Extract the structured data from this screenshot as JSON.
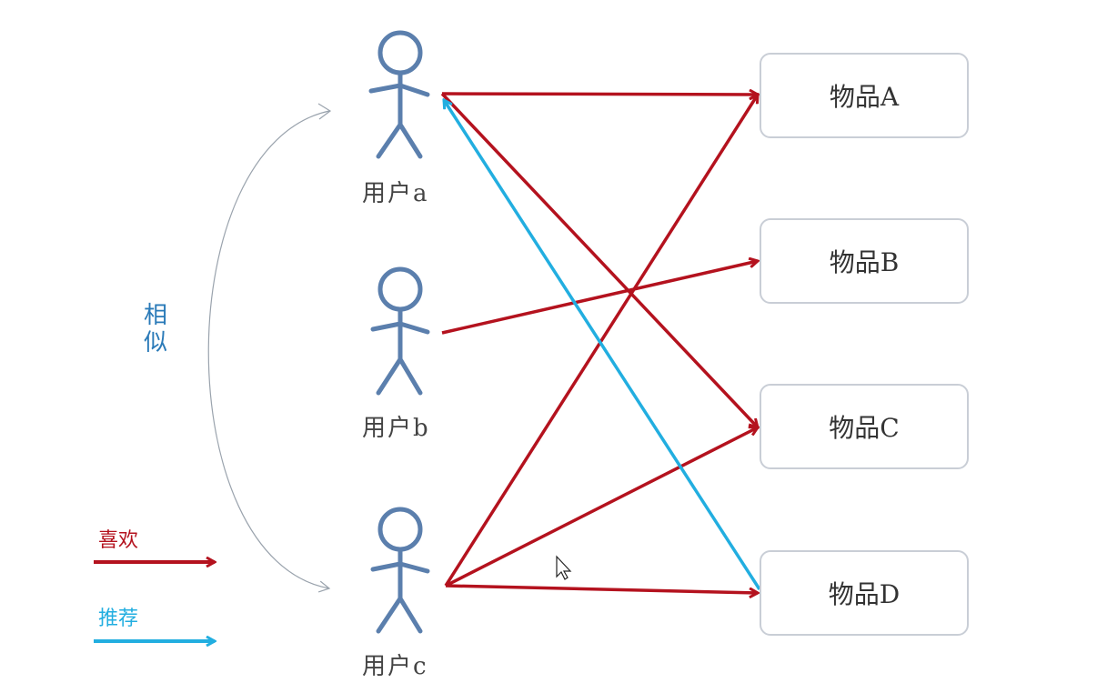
{
  "colors": {
    "like": "#b4121e",
    "recommend": "#22aee0",
    "person": "#5b7fad",
    "similar_arc": "#9aa3ad",
    "similar_text": "#2a7ab8"
  },
  "users": [
    {
      "id": "a",
      "label": "用户a"
    },
    {
      "id": "b",
      "label": "用户b"
    },
    {
      "id": "c",
      "label": "用户c"
    }
  ],
  "items": [
    {
      "id": "A",
      "label": "物品A"
    },
    {
      "id": "B",
      "label": "物品B"
    },
    {
      "id": "C",
      "label": "物品C"
    },
    {
      "id": "D",
      "label": "物品D"
    }
  ],
  "similar": {
    "label": "相似"
  },
  "legend": {
    "like_label": "喜欢",
    "recommend_label": "推荐"
  },
  "edges": [
    {
      "from": "a",
      "to": "A",
      "type": "like"
    },
    {
      "from": "a",
      "to": "C",
      "type": "like"
    },
    {
      "from": "b",
      "to": "B",
      "type": "like"
    },
    {
      "from": "c",
      "to": "A",
      "type": "like"
    },
    {
      "from": "c",
      "to": "C",
      "type": "like"
    },
    {
      "from": "c",
      "to": "D",
      "type": "like"
    },
    {
      "from": "D",
      "to": "a",
      "type": "recommend"
    }
  ]
}
